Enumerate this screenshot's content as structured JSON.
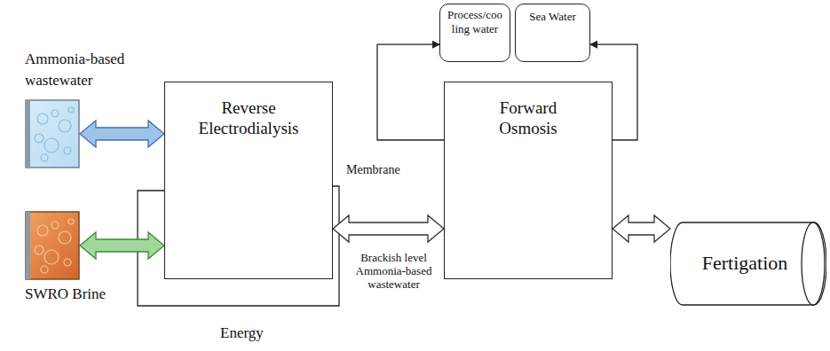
{
  "diagram": {
    "nodes": [
      {
        "text": [
          "Ammonia-based wastewater"
        ]
      },
      {
        "text": [
          "SWRO Brine"
        ]
      },
      {
        "text": [
          "Reverse Electrodialysis"
        ]
      },
      {
        "text": [
          "Process/coo ling water"
        ]
      },
      {
        "text": [
          "Sea Water"
        ]
      },
      {
        "text": [
          "Forward Osmosis"
        ]
      },
      {
        "text": [
          "Fertigation"
        ]
      }
    ],
    "edges": [
      {
        "from": 0,
        "to": 2,
        "arrow": "both"
      },
      {
        "from": 1,
        "to": 2,
        "arrow": "both"
      },
      {
        "from": 2,
        "to": 5,
        "label": "Brackish level Ammonia-based wastewater",
        "arrow": "both"
      },
      {
        "from": 5,
        "to": 3,
        "arrow": "to"
      },
      {
        "from": 5,
        "to": 4,
        "arrow": "to"
      },
      {
        "from": 5,
        "to": 6,
        "arrow": "both"
      }
    ],
    "labels": [
      "Membrane",
      "Energy"
    ]
  }
}
